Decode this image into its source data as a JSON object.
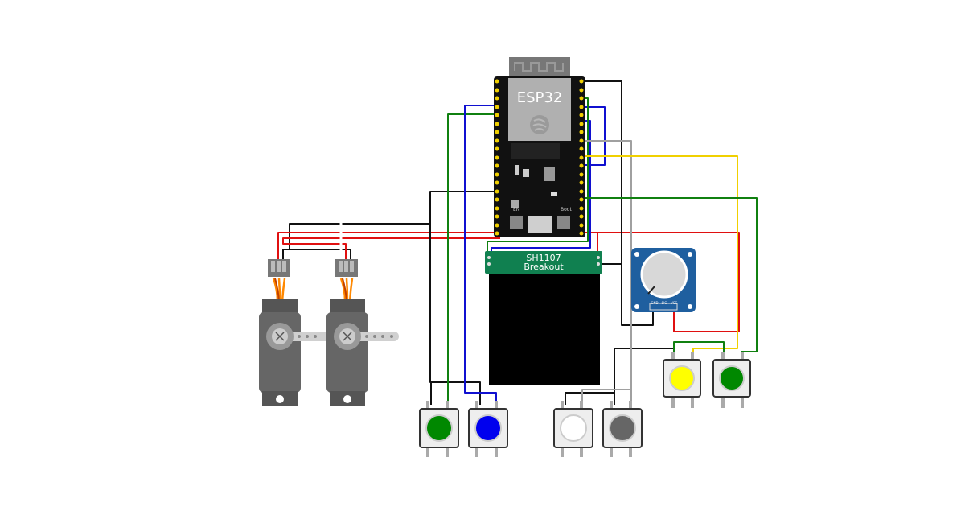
{
  "esp32": {
    "label": "ESP32",
    "en_label": "EN",
    "boot_label": "Boot"
  },
  "display": {
    "line1": "SH1107",
    "line2": "Breakout"
  },
  "potentiometer": {
    "pin_gnd": "GND",
    "pin_sig": "SIG",
    "pin_vcc": "VCC"
  },
  "wire_colors": {
    "black": "#111111",
    "red": "#e01010",
    "green": "#108010",
    "blue": "#1010d0",
    "yellow": "#f0d000",
    "gray": "#a0a0a0"
  },
  "buttons": [
    {
      "name": "green",
      "color": "#008800"
    },
    {
      "name": "blue",
      "color": "#0000ee"
    },
    {
      "name": "white",
      "color": "#ffffff"
    },
    {
      "name": "gray",
      "color": "#666666"
    },
    {
      "name": "yellow",
      "color": "#ffff00"
    },
    {
      "name": "green",
      "color": "#008800"
    }
  ]
}
